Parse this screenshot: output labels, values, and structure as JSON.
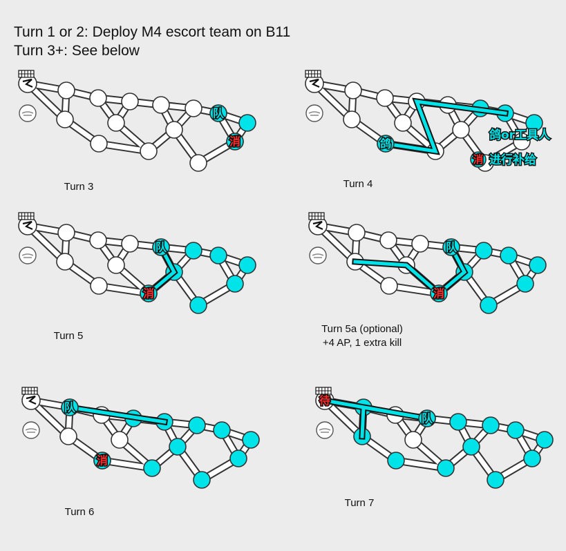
{
  "header": {
    "line1": "Turn 1 or 2: Deploy M4 escort team on B11",
    "line2": "Turn 3+: See below"
  },
  "markers": {
    "team": "队",
    "supply": "消",
    "wait": "待",
    "pigeon": "鸽"
  },
  "legend": {
    "pigeon_text": "鸽or工具人",
    "supply_text": "进行补给"
  },
  "panels": [
    {
      "id": "turn3",
      "caption": [
        "Turn 3"
      ]
    },
    {
      "id": "turn4",
      "caption": [
        "Turn 4"
      ]
    },
    {
      "id": "turn5",
      "caption": [
        "Turn 5"
      ]
    },
    {
      "id": "turn5a",
      "caption": [
        "Turn 5a (optional)",
        "+4 AP, 1 extra kill"
      ]
    },
    {
      "id": "turn6",
      "caption": [
        "Turn 6"
      ]
    },
    {
      "id": "turn7",
      "caption": [
        "Turn 7"
      ]
    }
  ],
  "colors": {
    "captured": "#00e3e8",
    "neutral": "#ffffff",
    "supply_marker": "#ff2a2a",
    "background": "#ececec"
  }
}
